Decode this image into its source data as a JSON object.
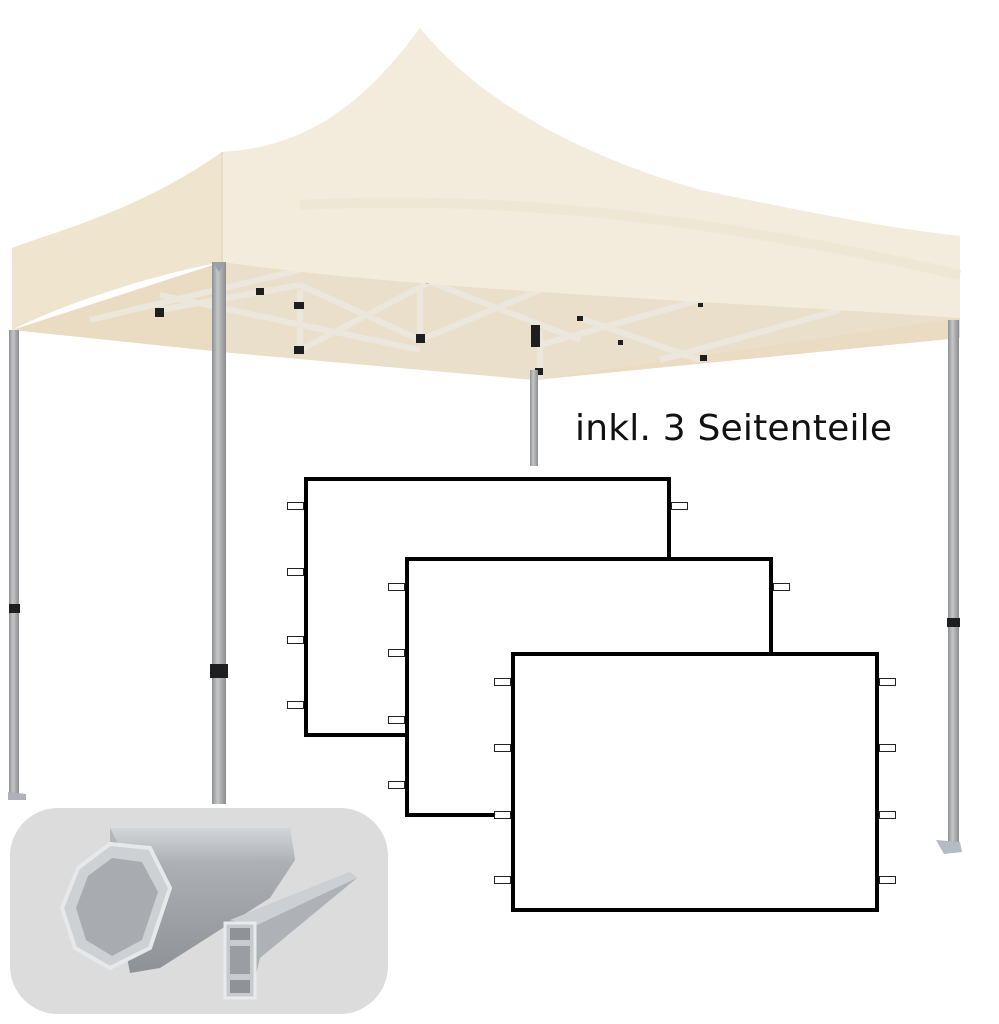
{
  "product": {
    "caption": "inkl. 3 Seitenteile",
    "canopy_color": "#f2e8d5",
    "canopy_shadow": "#e6d8bd",
    "frame_color": "#e8e2d6",
    "leg_color": "#a9abad",
    "connector_color": "#1e1e1e"
  },
  "side_panels": {
    "count": 3,
    "panels": [
      {
        "label": "side-panel-1"
      },
      {
        "label": "side-panel-2"
      },
      {
        "label": "side-panel-3"
      }
    ]
  },
  "inset": {
    "label": "profile-detail",
    "background": "#dcdcdc",
    "items": [
      "hexagonal-aluminium-profile",
      "rectangular-aluminium-profile"
    ]
  }
}
